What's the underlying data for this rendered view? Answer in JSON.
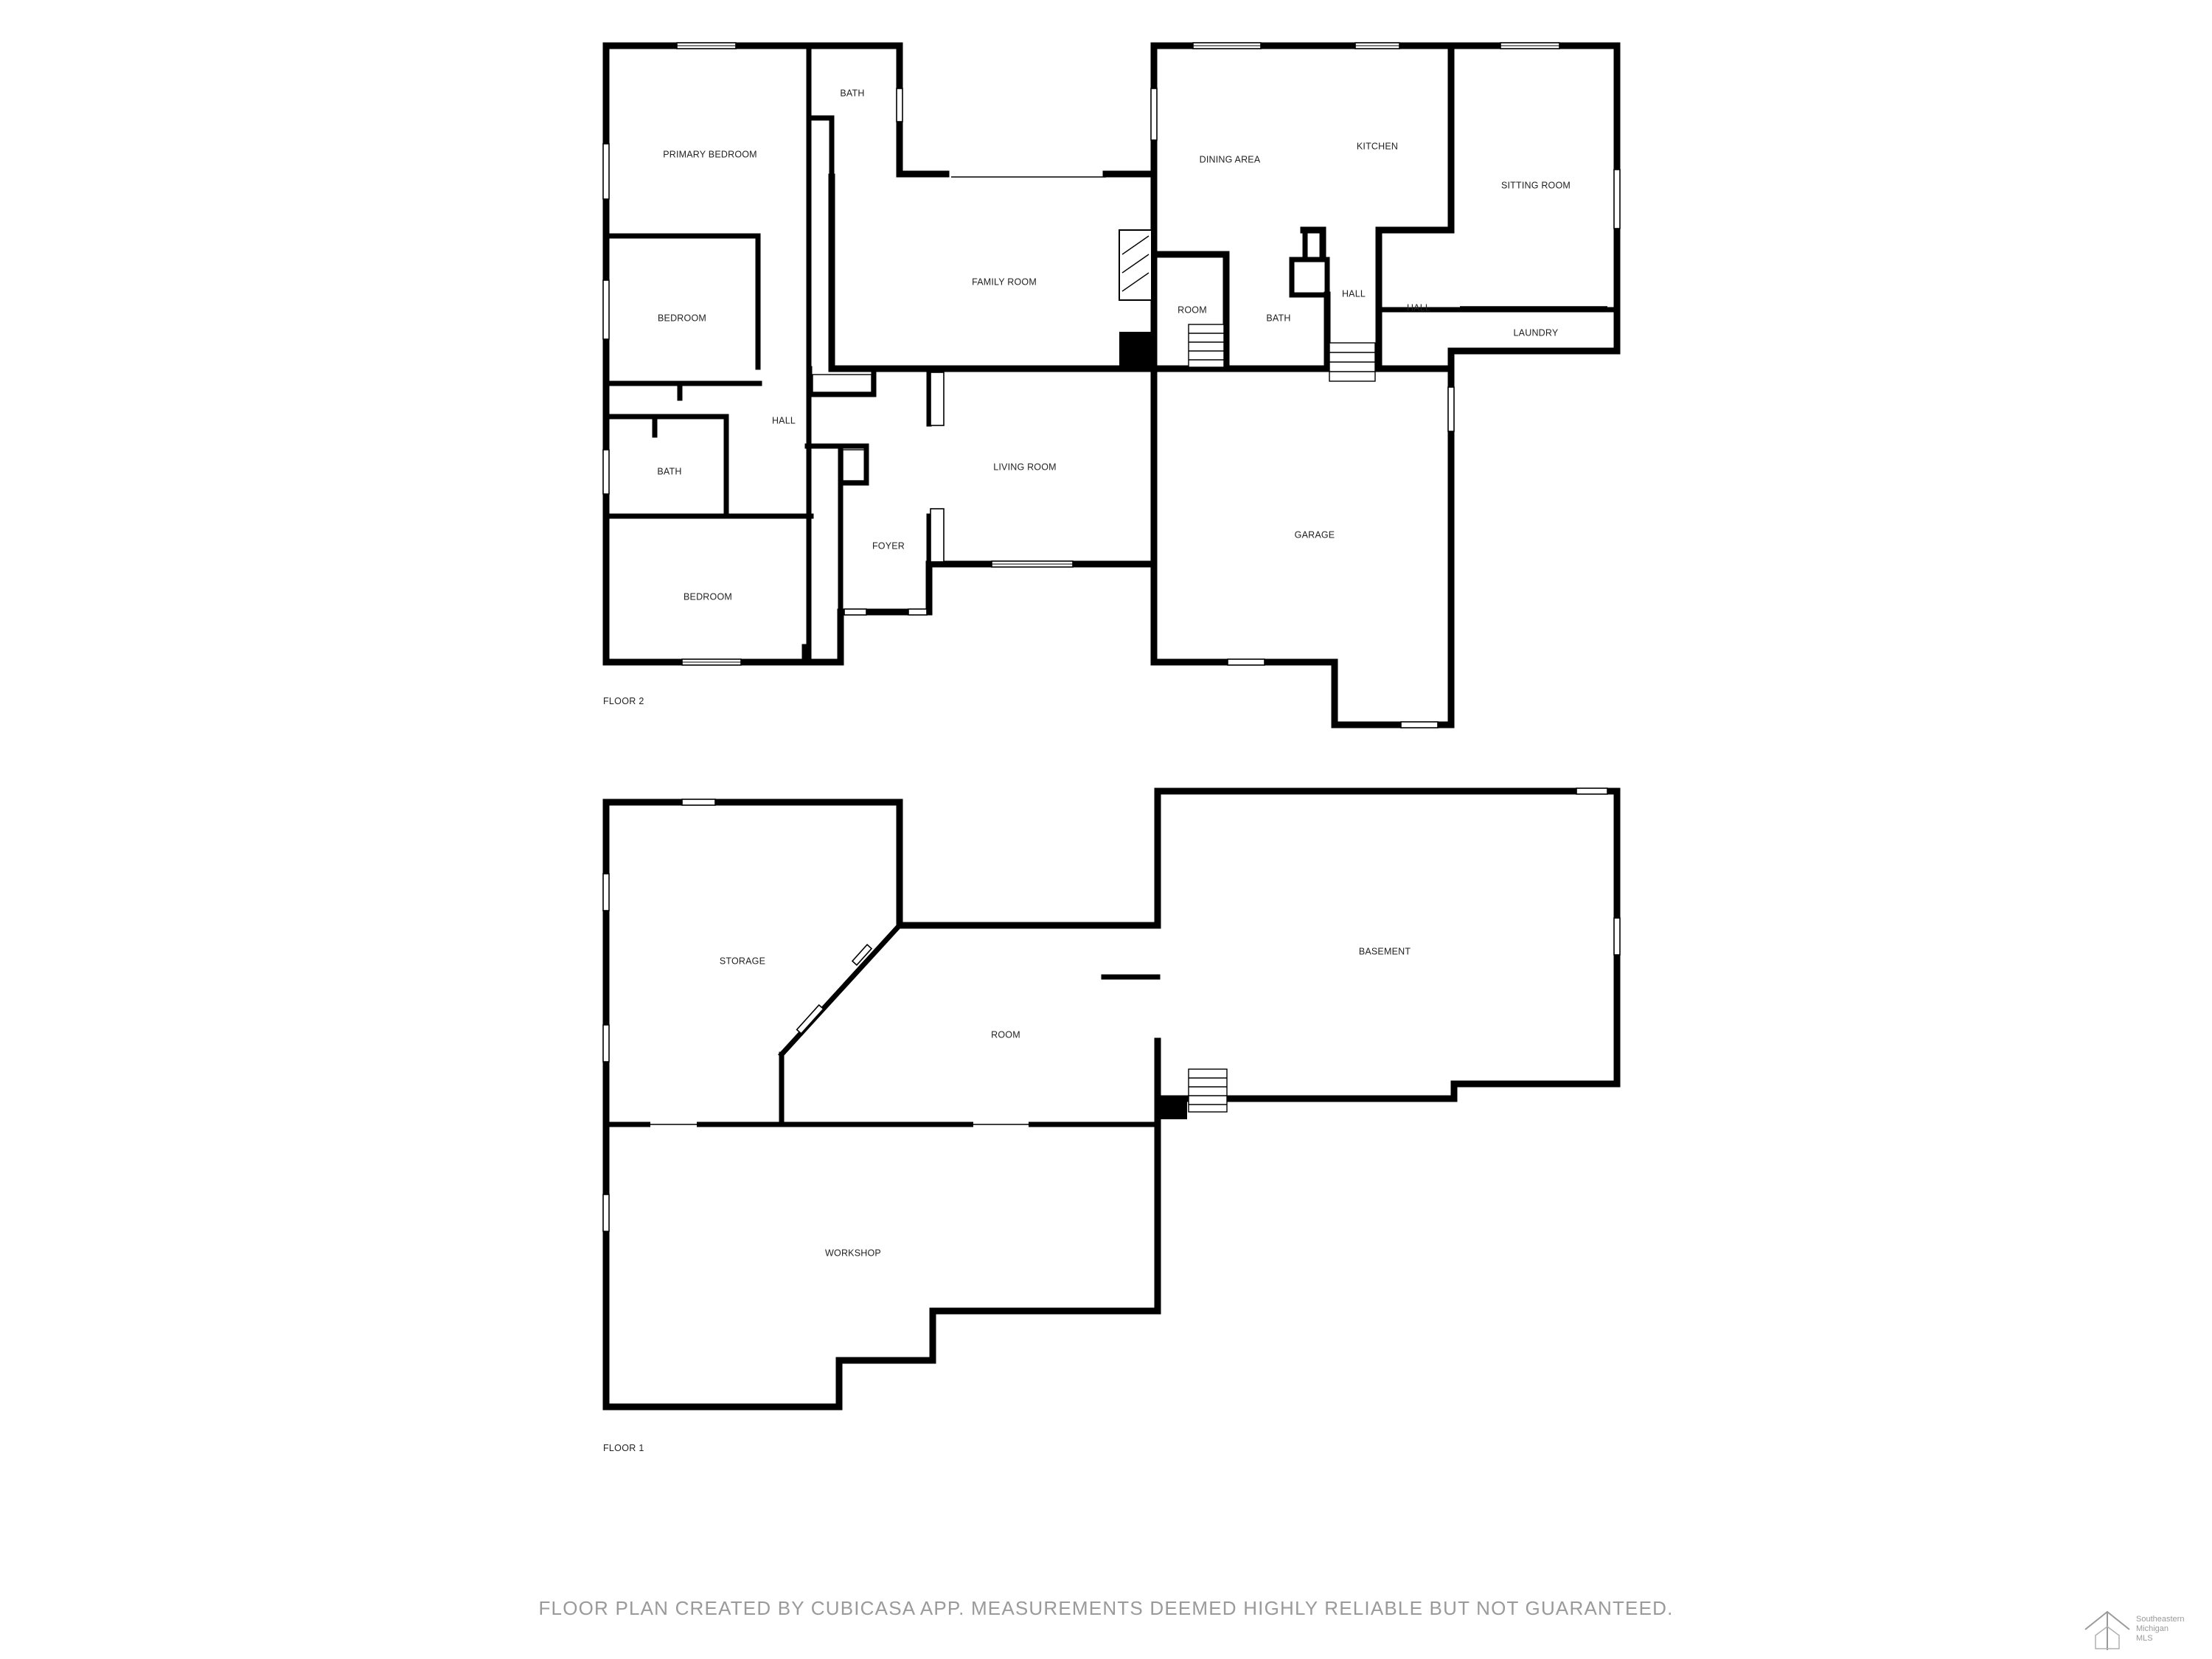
{
  "floors": [
    {
      "label": "FLOOR 2",
      "rooms": [
        {
          "name": "PRIMARY BEDROOM"
        },
        {
          "name": "BATH"
        },
        {
          "name": "BEDROOM"
        },
        {
          "name": "HALL"
        },
        {
          "name": "BATH"
        },
        {
          "name": "BEDROOM"
        },
        {
          "name": "FAMILY ROOM"
        },
        {
          "name": "LIVING ROOM"
        },
        {
          "name": "FOYER"
        },
        {
          "name": "DINING AREA"
        },
        {
          "name": "KITCHEN"
        },
        {
          "name": "SITTING ROOM"
        },
        {
          "name": "ROOM"
        },
        {
          "name": "BATH"
        },
        {
          "name": "HALL"
        },
        {
          "name": "HALL"
        },
        {
          "name": "LAUNDRY"
        },
        {
          "name": "GARAGE"
        }
      ]
    },
    {
      "label": "FLOOR 1",
      "rooms": [
        {
          "name": "STORAGE"
        },
        {
          "name": "ROOM"
        },
        {
          "name": "BASEMENT"
        },
        {
          "name": "WORKSHOP"
        }
      ]
    }
  ],
  "footer": {
    "disclaimer": "FLOOR PLAN CREATED BY CUBICASA APP. MEASUREMENTS DEEMED HIGHLY RELIABLE BUT NOT GUARANTEED."
  },
  "logo": {
    "line1": "Southeastern",
    "line2": "Michigan",
    "line3": "MLS",
    "icon": "house-logo-icon"
  },
  "colors": {
    "wall": "#000000",
    "background": "#ffffff",
    "footer_text": "#9a9a9a"
  }
}
